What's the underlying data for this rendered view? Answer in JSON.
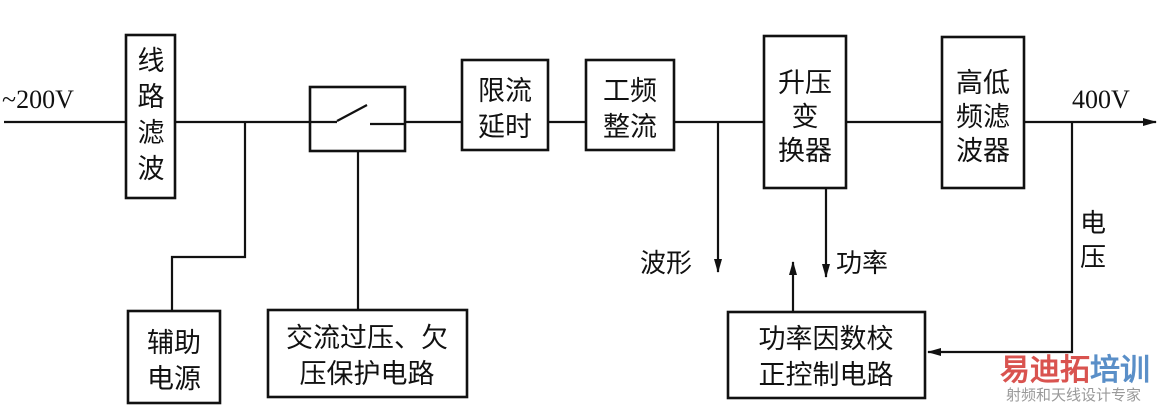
{
  "diagram": {
    "input_label": "~200V",
    "output_label": "400V",
    "blocks": {
      "line_filter": [
        "线",
        "路",
        "滤",
        "波"
      ],
      "aux_power": [
        "辅助",
        "电源"
      ],
      "ac_protection": [
        "交流过压、欠",
        "压保护电路"
      ],
      "current_limit_delay": [
        "限流",
        "延时"
      ],
      "rectifier": [
        "工频",
        "整流"
      ],
      "boost_converter": [
        "升压",
        "变",
        "换器"
      ],
      "hl_filter": [
        "高低",
        "频滤",
        "波器"
      ],
      "pfc_control": [
        "功率因数校",
        "正控制电路"
      ]
    },
    "signals": {
      "waveform": "波形",
      "power": "功率",
      "voltage": [
        "电",
        "压"
      ]
    }
  },
  "watermark": {
    "brand_part1": "易迪拓",
    "brand_part2": "培训",
    "tagline": "射频和天线设计专家",
    "color_red": "#d9534f",
    "color_blue": "#5a8fc8"
  }
}
